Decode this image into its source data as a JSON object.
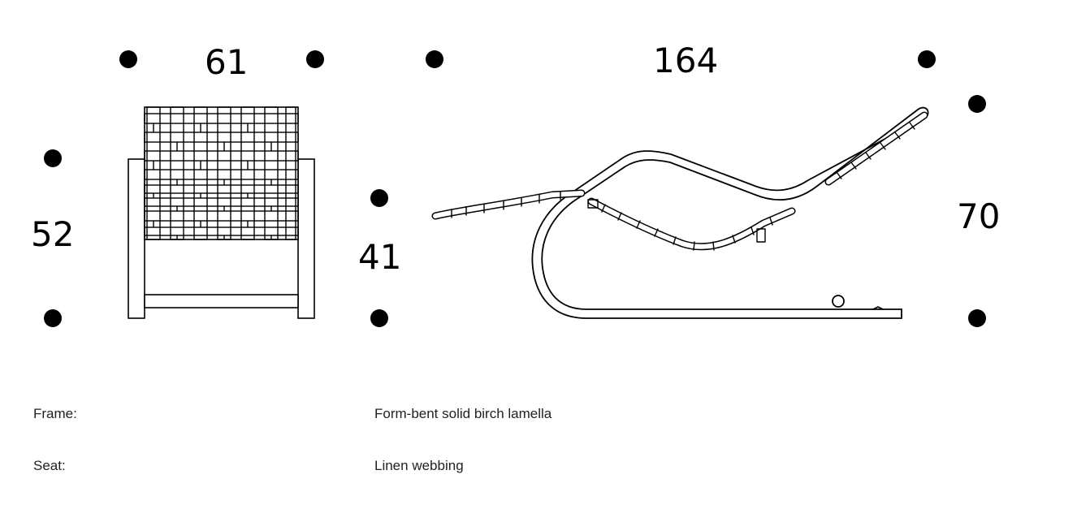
{
  "dimensions": {
    "front_width": "61",
    "front_height": "52",
    "seat_height": "41",
    "side_length": "164",
    "side_height": "70"
  },
  "specs": [
    {
      "label": "Frame:",
      "value": "Form-bent solid birch lamella"
    },
    {
      "label": "Seat:",
      "value": "Linen webbing"
    }
  ]
}
